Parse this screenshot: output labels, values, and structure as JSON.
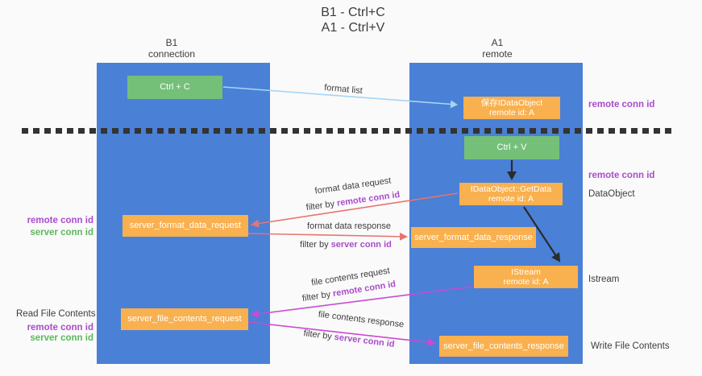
{
  "title": {
    "line1": "B1 - Ctrl+C",
    "line2": "A1 - Ctrl+V"
  },
  "lanes": {
    "left": {
      "title": "B1",
      "subtitle": "connection"
    },
    "right": {
      "title": "A1",
      "subtitle": "remote"
    }
  },
  "nodes": {
    "ctrl_c": {
      "label": "Ctrl + C"
    },
    "save_idataobject": {
      "line1": "保存IDataObject",
      "line2": "remote id: A"
    },
    "ctrl_v": {
      "label": "Ctrl + V"
    },
    "getdata": {
      "line1": "IDataObject::GetData",
      "line2": "remote id: A"
    },
    "format_request": {
      "label": "server_format_data_request"
    },
    "format_response": {
      "label": "server_format_data_response"
    },
    "istream": {
      "line1": "IStream",
      "line2": "remote id: A"
    },
    "file_request": {
      "label": "server_file_contents_request"
    },
    "file_response": {
      "label": "server_file_contents_response"
    }
  },
  "edge_labels": {
    "format_list": "format list",
    "format_request": "format data request",
    "format_request_filter_prefix": "filter by ",
    "format_request_filter_key": "remote conn id",
    "format_response": "format data response",
    "format_response_filter_prefix": "filter by ",
    "format_response_filter_key": "server conn id",
    "file_request": "file contents request",
    "file_request_filter_prefix": "filter by ",
    "file_request_filter_key": "remote conn id",
    "file_response": "file contents response",
    "file_response_filter_prefix": "filter by ",
    "file_response_filter_key": "server conn id"
  },
  "side_labels": {
    "right_remote_conn_top": "remote conn id",
    "right_remote_conn_mid": "remote conn id",
    "right_dataobject": "DataObject",
    "right_istream": "Istream",
    "right_write_file": "Write File Contents",
    "left_remote_conn_top": "remote conn id",
    "left_server_conn_top": "server conn id",
    "left_read_file": "Read File Contents",
    "left_remote_conn_bottom": "remote conn id",
    "left_server_conn_bottom": "server conn id"
  },
  "colors": {
    "background": "#fafafa",
    "lane_blue": "#4a80d6",
    "green_box": "#74c079",
    "orange_box": "#f9b04e",
    "box_text": "#ffffff",
    "dark_text": "#3d3d3d",
    "purple_text": "#a94ccb",
    "green_text": "#5cb85c",
    "arrow_blue": "#a5d5f5",
    "arrow_black": "#2b2b2b",
    "arrow_salmon": "#e8746f",
    "arrow_magenta": "#ca4ad2",
    "dash_color": "#333333"
  }
}
